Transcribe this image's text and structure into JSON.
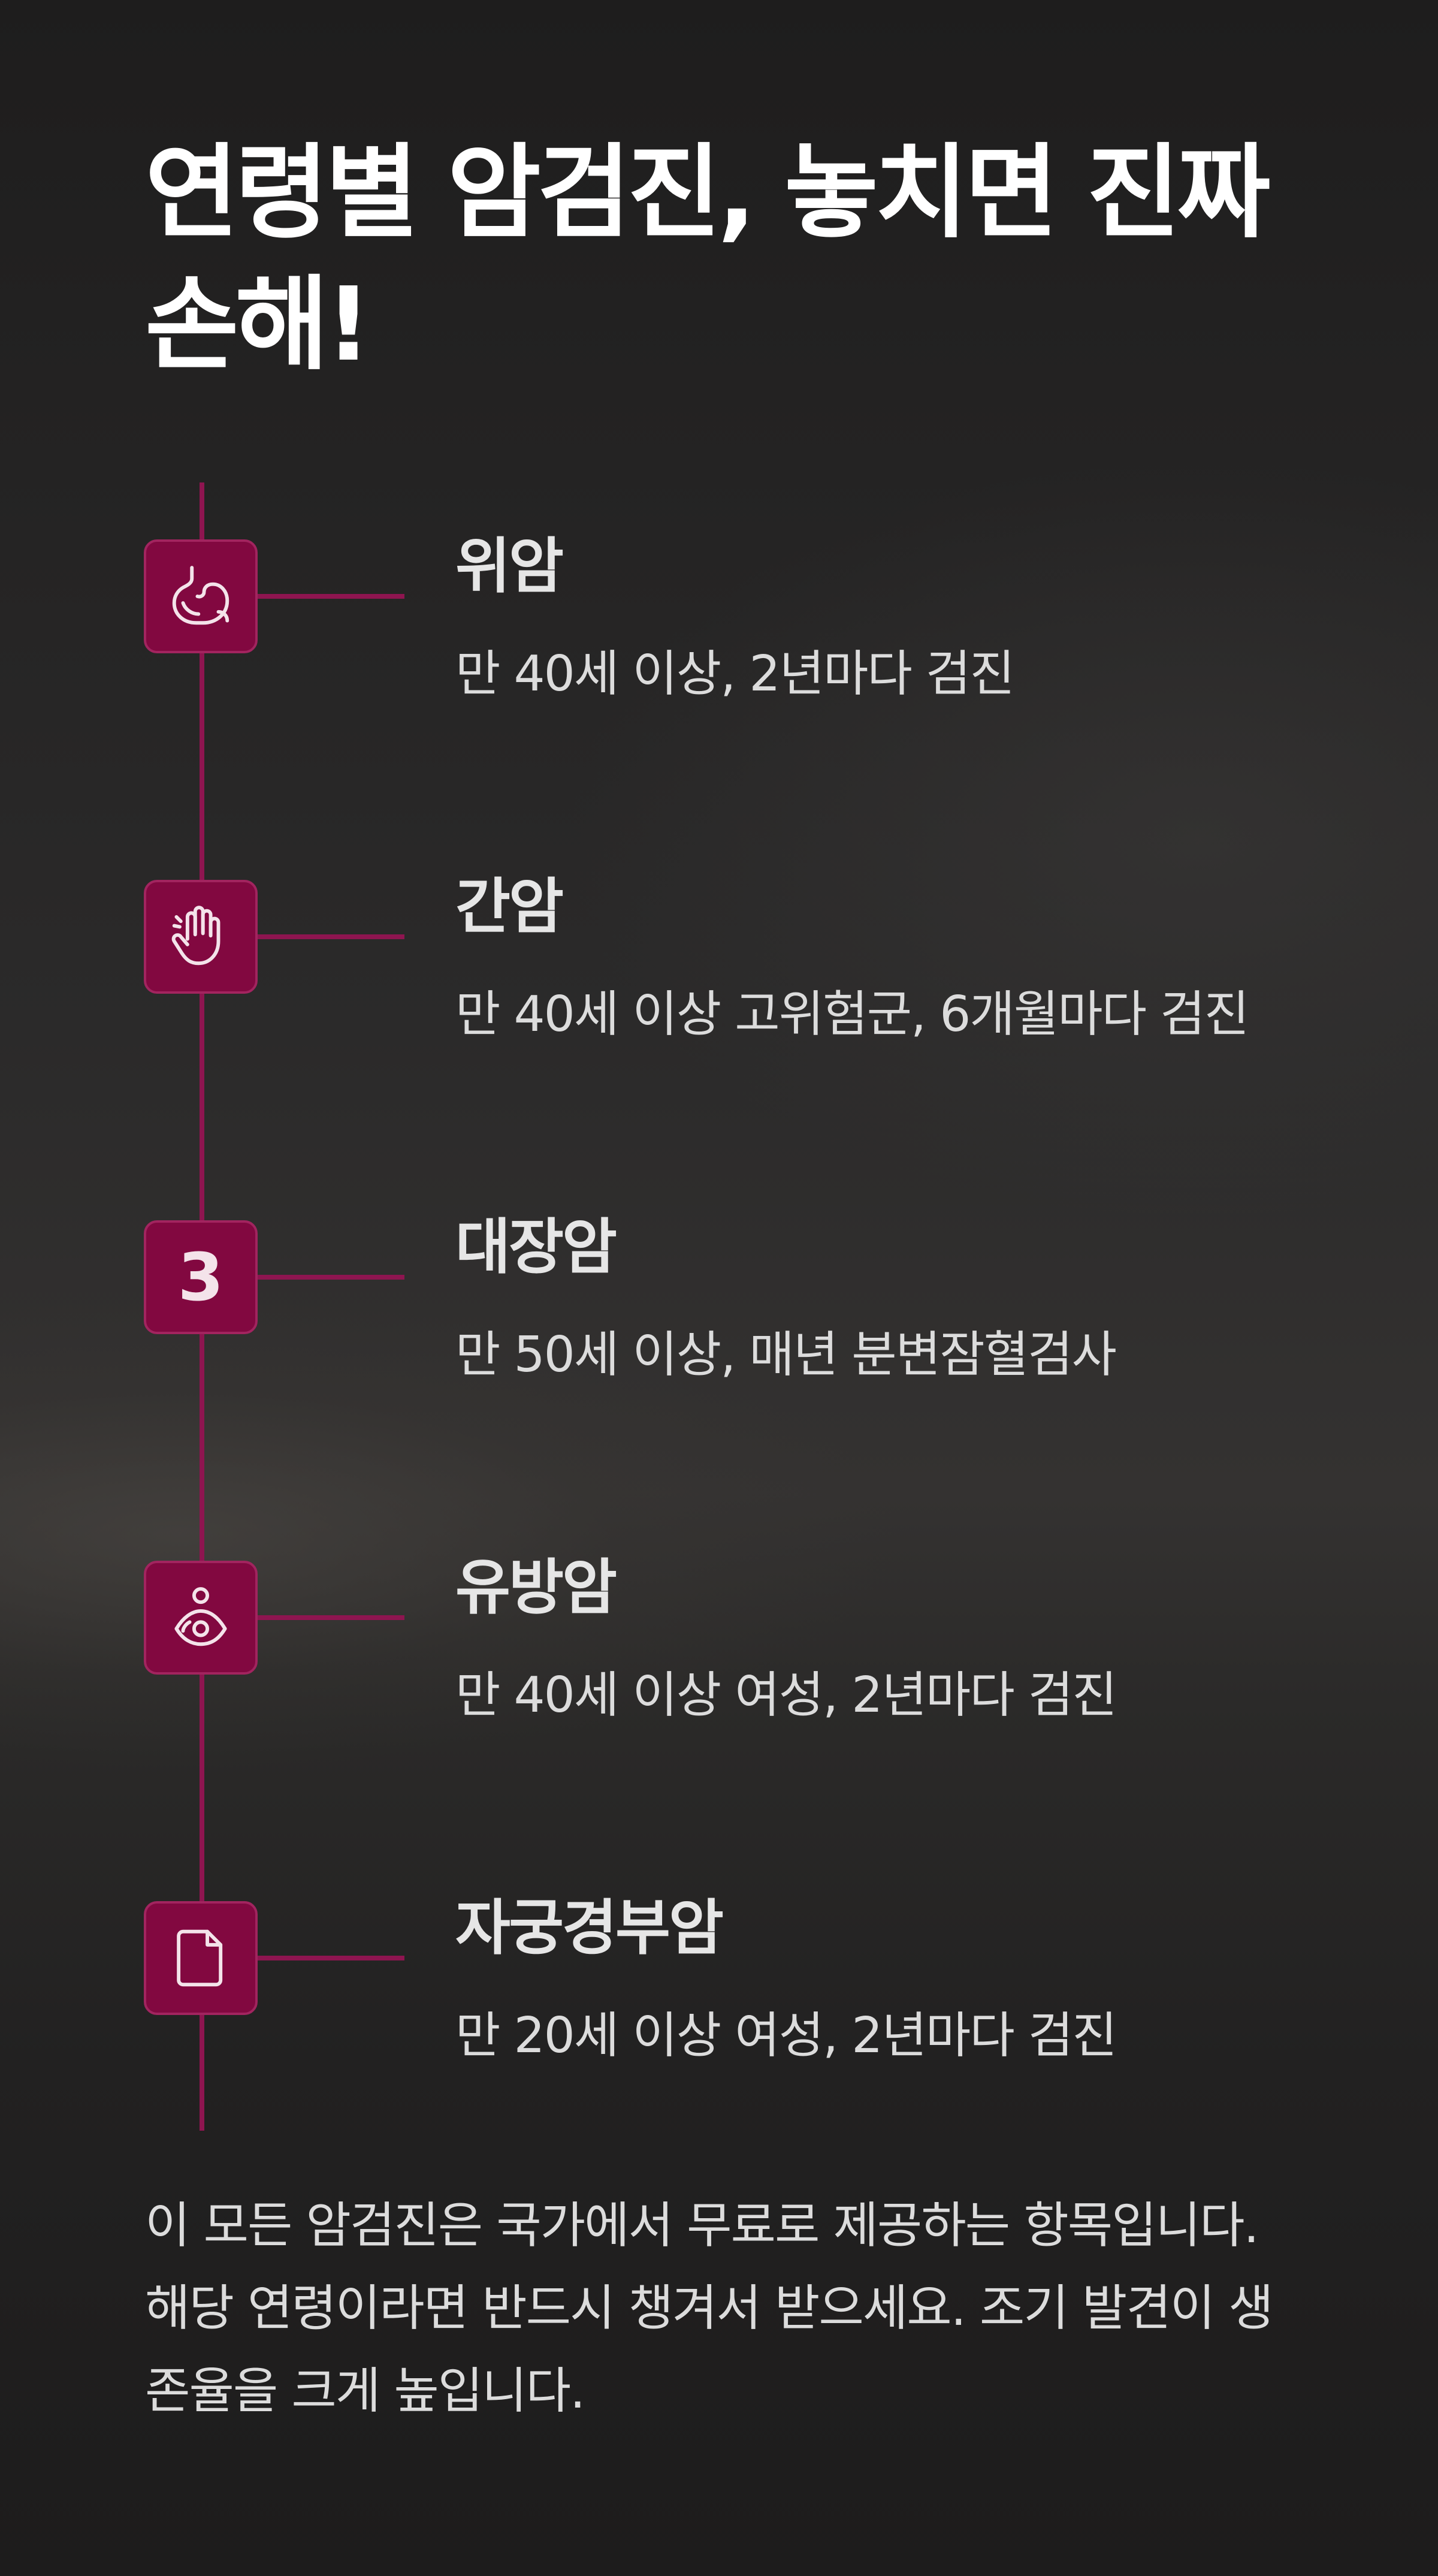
{
  "title": "연령별 암검진, 놓치면 진짜 손해!",
  "colors": {
    "accent": "#8e1550",
    "icon_fill": "#820840",
    "background": "#252424"
  },
  "items": [
    {
      "icon": "stomach-icon",
      "title": "위암",
      "desc": "만 40세 이상, 2년마다 검진"
    },
    {
      "icon": "hand-icon",
      "title": "간암",
      "desc": "만 40세 이상 고위험군, 6개월마다 검진"
    },
    {
      "icon": "number",
      "number": "3",
      "title": "대장암",
      "desc": "만 50세 이상, 매년 분변잠혈검사"
    },
    {
      "icon": "person-care-icon",
      "title": "유방암",
      "desc": "만 40세 이상 여성, 2년마다 검진"
    },
    {
      "icon": "document-icon",
      "title": "자궁경부암",
      "desc": "만 20세 이상 여성, 2년마다 검진"
    }
  ],
  "footer": "이 모든 암검진은 국가에서 무료로 제공하는 항목입니다. 해당 연령이라면 반드시 챙겨서 받으세요. 조기 발견이 생존율을 크게 높입니다."
}
